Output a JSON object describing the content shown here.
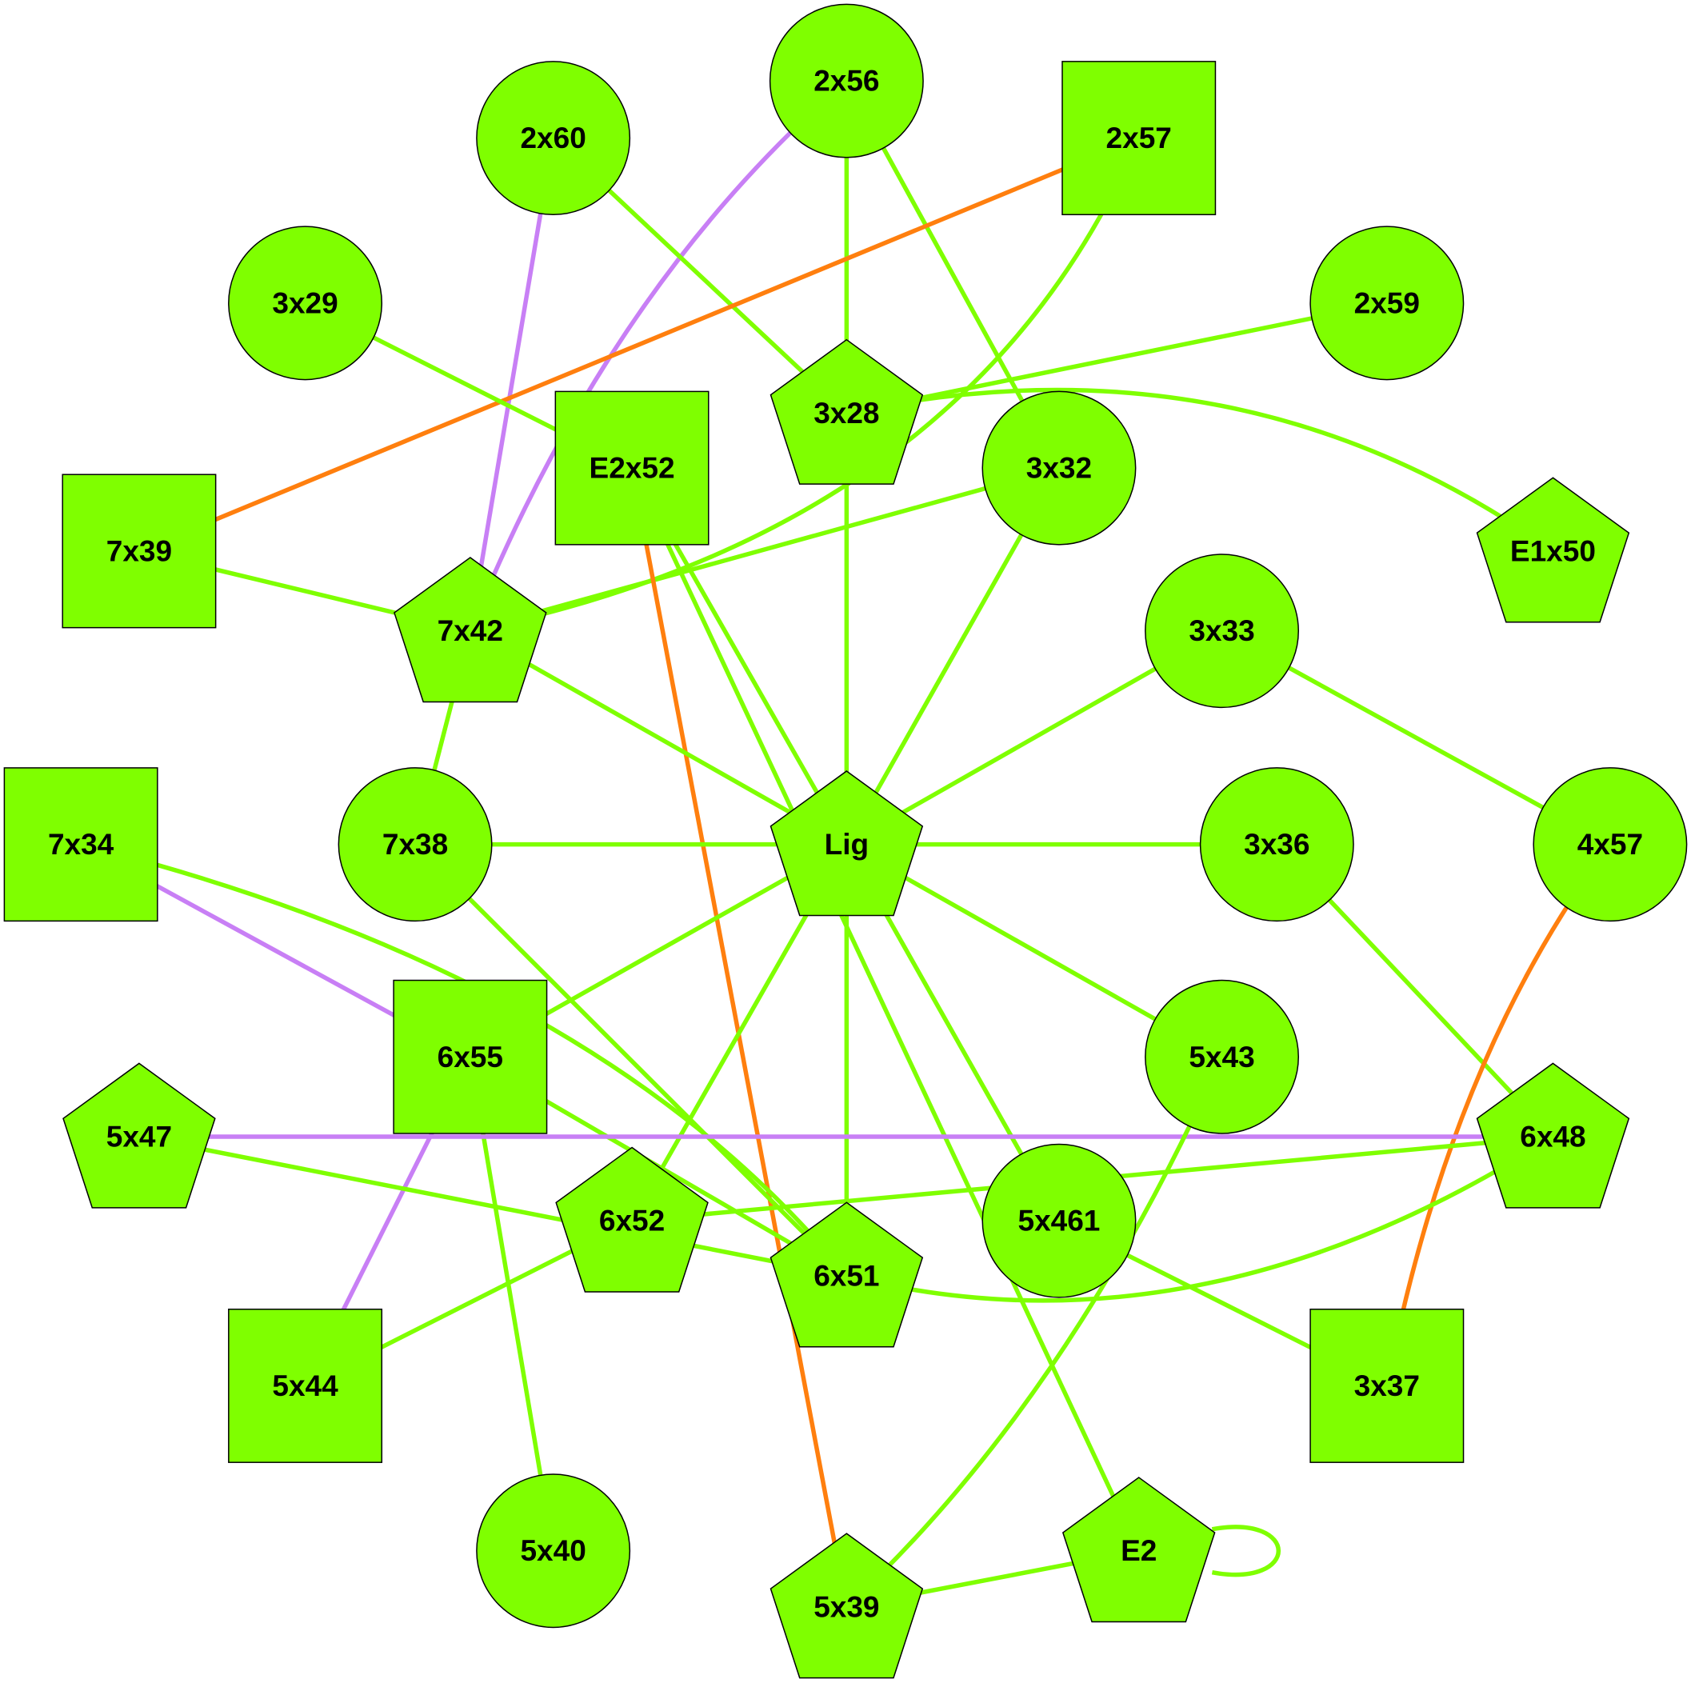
{
  "colors": {
    "node_fill": "#7fff00",
    "edge_green": "#7fff00",
    "edge_purple": "#c87ff5",
    "edge_orange": "#ff7f0e"
  },
  "legend": {},
  "nodes": [
    {
      "id": "2x56",
      "label": "2x56",
      "shape": "circle"
    },
    {
      "id": "2x60",
      "label": "2x60",
      "shape": "circle"
    },
    {
      "id": "2x57",
      "label": "2x57",
      "shape": "square"
    },
    {
      "id": "3x29",
      "label": "3x29",
      "shape": "circle"
    },
    {
      "id": "2x59",
      "label": "2x59",
      "shape": "circle"
    },
    {
      "id": "3x28",
      "label": "3x28",
      "shape": "pentagon"
    },
    {
      "id": "E2x52",
      "label": "E2x52",
      "shape": "square"
    },
    {
      "id": "3x32",
      "label": "3x32",
      "shape": "circle"
    },
    {
      "id": "7x39",
      "label": "7x39",
      "shape": "square"
    },
    {
      "id": "E1x50",
      "label": "E1x50",
      "shape": "pentagon"
    },
    {
      "id": "7x42",
      "label": "7x42",
      "shape": "pentagon"
    },
    {
      "id": "3x33",
      "label": "3x33",
      "shape": "circle"
    },
    {
      "id": "7x34",
      "label": "7x34",
      "shape": "square"
    },
    {
      "id": "7x38",
      "label": "7x38",
      "shape": "circle"
    },
    {
      "id": "Lig",
      "label": "Lig",
      "shape": "pentagon"
    },
    {
      "id": "3x36",
      "label": "3x36",
      "shape": "circle"
    },
    {
      "id": "4x57",
      "label": "4x57",
      "shape": "circle"
    },
    {
      "id": "6x55",
      "label": "6x55",
      "shape": "square"
    },
    {
      "id": "5x43",
      "label": "5x43",
      "shape": "circle"
    },
    {
      "id": "5x47",
      "label": "5x47",
      "shape": "pentagon"
    },
    {
      "id": "6x48",
      "label": "6x48",
      "shape": "pentagon"
    },
    {
      "id": "6x52",
      "label": "6x52",
      "shape": "pentagon"
    },
    {
      "id": "5x461",
      "label": "5x461",
      "shape": "circle"
    },
    {
      "id": "6x51",
      "label": "6x51",
      "shape": "pentagon"
    },
    {
      "id": "5x44",
      "label": "5x44",
      "shape": "square"
    },
    {
      "id": "3x37",
      "label": "3x37",
      "shape": "square"
    },
    {
      "id": "5x40",
      "label": "5x40",
      "shape": "circle"
    },
    {
      "id": "E2",
      "label": "E2",
      "shape": "pentagon"
    },
    {
      "id": "5x39",
      "label": "5x39",
      "shape": "pentagon"
    }
  ],
  "edges": [
    {
      "source": "2x56",
      "target": "3x28",
      "color": "green"
    },
    {
      "source": "2x56",
      "target": "3x32",
      "color": "green"
    },
    {
      "source": "2x56",
      "target": "7x42",
      "color": "purple"
    },
    {
      "source": "2x60",
      "target": "3x28",
      "color": "green"
    },
    {
      "source": "2x60",
      "target": "7x42",
      "color": "purple"
    },
    {
      "source": "2x57",
      "target": "7x39",
      "color": "orange"
    },
    {
      "source": "2x57",
      "target": "7x42",
      "color": "green"
    },
    {
      "source": "3x29",
      "target": "E2x52",
      "color": "green"
    },
    {
      "source": "2x59",
      "target": "3x28",
      "color": "green"
    },
    {
      "source": "3x28",
      "target": "E1x50",
      "color": "green"
    },
    {
      "source": "3x28",
      "target": "Lig",
      "color": "green"
    },
    {
      "source": "3x32",
      "target": "7x42",
      "color": "green"
    },
    {
      "source": "3x32",
      "target": "Lig",
      "color": "green"
    },
    {
      "source": "7x39",
      "target": "7x42",
      "color": "green"
    },
    {
      "source": "E2x52",
      "target": "Lig",
      "color": "green"
    },
    {
      "source": "E2x52",
      "target": "E2",
      "color": "green"
    },
    {
      "source": "E2x52",
      "target": "5x39",
      "color": "orange"
    },
    {
      "source": "7x42",
      "target": "Lig",
      "color": "green"
    },
    {
      "source": "7x42",
      "target": "7x38",
      "color": "green"
    },
    {
      "source": "3x33",
      "target": "Lig",
      "color": "green"
    },
    {
      "source": "3x33",
      "target": "4x57",
      "color": "green"
    },
    {
      "source": "7x38",
      "target": "Lig",
      "color": "green"
    },
    {
      "source": "7x38",
      "target": "6x51",
      "color": "green"
    },
    {
      "source": "7x34",
      "target": "6x55",
      "color": "purple"
    },
    {
      "source": "7x34",
      "target": "6x51",
      "color": "green"
    },
    {
      "source": "Lig",
      "target": "3x36",
      "color": "green"
    },
    {
      "source": "Lig",
      "target": "5x43",
      "color": "green"
    },
    {
      "source": "Lig",
      "target": "5x461",
      "color": "green"
    },
    {
      "source": "Lig",
      "target": "6x51",
      "color": "green"
    },
    {
      "source": "Lig",
      "target": "6x52",
      "color": "green"
    },
    {
      "source": "Lig",
      "target": "6x55",
      "color": "green"
    },
    {
      "source": "3x36",
      "target": "6x48",
      "color": "green"
    },
    {
      "source": "4x57",
      "target": "3x37",
      "color": "orange"
    },
    {
      "source": "6x55",
      "target": "5x44",
      "color": "purple"
    },
    {
      "source": "6x55",
      "target": "5x40",
      "color": "green"
    },
    {
      "source": "6x55",
      "target": "6x51",
      "color": "green"
    },
    {
      "source": "5x47",
      "target": "6x48",
      "color": "purple"
    },
    {
      "source": "5x47",
      "target": "6x51",
      "color": "green"
    },
    {
      "source": "6x48",
      "target": "6x52",
      "color": "green"
    },
    {
      "source": "6x48",
      "target": "6x51",
      "color": "green"
    },
    {
      "source": "5x43",
      "target": "5x39",
      "color": "green"
    },
    {
      "source": "5x461",
      "target": "3x37",
      "color": "green"
    },
    {
      "source": "6x52",
      "target": "5x44",
      "color": "green"
    },
    {
      "source": "E2",
      "target": "5x39",
      "color": "green"
    },
    {
      "source": "E2",
      "target": "E2",
      "color": "green"
    }
  ]
}
